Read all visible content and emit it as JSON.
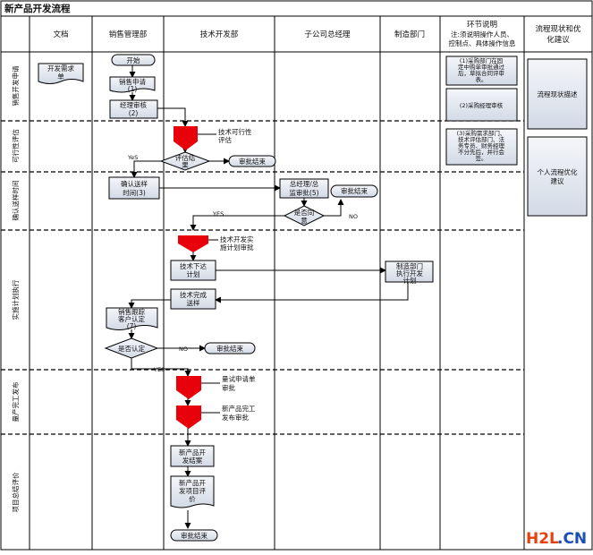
{
  "title": "新产品开发流程",
  "columns": {
    "c1": "文档",
    "c2": "销售管理部",
    "c3": "技术开发部",
    "c4": "子公司总经理",
    "c5": "制造部门",
    "c6": [
      "环节说明",
      "注:须说明操作人员、",
      "控制点、具体操作信息"
    ],
    "c7": [
      "流程现状和优",
      "化建议"
    ]
  },
  "lanes": {
    "l1": "销售开发申请",
    "l2": "可行性评估",
    "l3": "确认送样时间",
    "l4": "实施计划执行",
    "l5": "量产完工发布",
    "l6": "项目总结评价"
  },
  "nodes": {
    "doc": [
      "开发需求",
      "单"
    ],
    "start": "开始",
    "sales_apply": [
      "销售申请",
      "(1)"
    ],
    "mgr_review": [
      "经理审核",
      "(2)"
    ],
    "feas_review": [
      "技术可行性",
      "评估"
    ],
    "feas_result": [
      "评估结",
      "果"
    ],
    "end1": "审批结束",
    "confirm_time": [
      "确认送样",
      "时间(3)"
    ],
    "gm_review": [
      "总经理/总",
      "监审批(5)"
    ],
    "end2": "审批结束",
    "agree": [
      "是否同",
      "意"
    ],
    "tech_plan": [
      "技术开发实",
      "施计划审批"
    ],
    "tech_issue": [
      "技术下达",
      "计划"
    ],
    "mfg_exec": [
      "制造部门",
      "执行开发",
      "计划"
    ],
    "tech_sample": [
      "技术完成",
      "送样"
    ],
    "sales_track": [
      "销售跟踪",
      "客户认定",
      "(7)"
    ],
    "recognized": "是否认定",
    "end3": "审批结束",
    "trial_form": [
      "量试申请单",
      "审批"
    ],
    "release": [
      "新产品完工",
      "发布审批"
    ],
    "dev_end": [
      "新产品开",
      "发结案"
    ],
    "project_eval": [
      "新产品开",
      "发项目评",
      "价"
    ],
    "end4": "审批结束"
  },
  "answers": {
    "yes1": "YeS",
    "yes2": "YES",
    "no2": "NO",
    "no3": "NO",
    "yes3": "YES"
  },
  "notes": {
    "n1": [
      "(1)采购部门在固",
      "定中购单审批通过",
      "后，草拟合同评审",
      "表。"
    ],
    "n2": "(2)采购经理审核",
    "n3": [
      "(3)采购需求部门、",
      "技术评估部门、法",
      "务专员、财务经理",
      "不分先后，并行会",
      "签。"
    ],
    "s1": "流程现状描述",
    "s2": [
      "个人流程优化",
      "建议"
    ]
  },
  "watermark": {
    "a": "H2L",
    "b": ".CN"
  },
  "colors": {
    "red": "#e8000a",
    "box_fill": "#dde3ec",
    "box_top": "#f4f6f9",
    "line": "#000000"
  }
}
